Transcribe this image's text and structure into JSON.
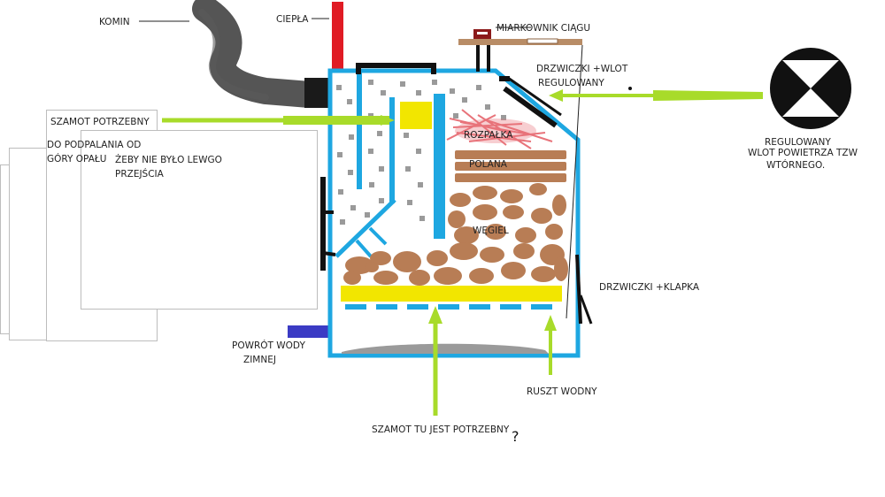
{
  "colors": {
    "boiler_wall": "#1ea7e1",
    "fireclay": "#f2e600",
    "green_arrow": "#a8db2a",
    "chimney_smoke": "#2b2b2b",
    "hot_water_pipe": "#e01b24",
    "cold_water_pipe": "#3b3bc4",
    "coal": "#b87d55",
    "kindling": "#e8737a",
    "ash": "#9a9a9a",
    "door": "#111111",
    "draft_regulator_board": "#b88c66",
    "draft_regulator_knob": "#8b1a1a"
  },
  "icons": {
    "secondary_air_inlet": "x-circle-icon",
    "chimney": "smoke-plume-icon"
  },
  "labels": {
    "komin": "KOMIN",
    "ciepla": "CIEPŁA",
    "miarkownik": "MIARKOWNIK CIĄGU",
    "drzwiczki_wlot": "DRZWICZKI +WLOT",
    "regulowany_1": "REGULOWANY",
    "szamot_potrzebny": "SZAMOT POTRZEBNY",
    "rozpalka": "ROZPAŁKA",
    "polana": "POLANA",
    "regulowany_2": "REGULOWANY",
    "wlot_powietrza": "WLOT POWIETRZA TZW",
    "wtornego": "WTÓRNEGO.",
    "do_podpalania_1": "DO PODPALANIA OD",
    "do_podpalania_2": "GÓRY OPAŁU",
    "zeby_1": "ŻEBY NIE BYŁO LEWGO",
    "zeby_2": "PRZEJŚCIA",
    "wegiel": "WĘGIEL",
    "drzwiczki_klapka": "DRZWICZKI +KLAPKA",
    "powrot_1": "POWRÓT WODY",
    "powrot_2": "ZIMNEJ",
    "ruszt_wodny": "RUSZT WODNY",
    "szamot_tu": "SZAMOT TU JEST POTRZEBNY",
    "question": "?"
  }
}
